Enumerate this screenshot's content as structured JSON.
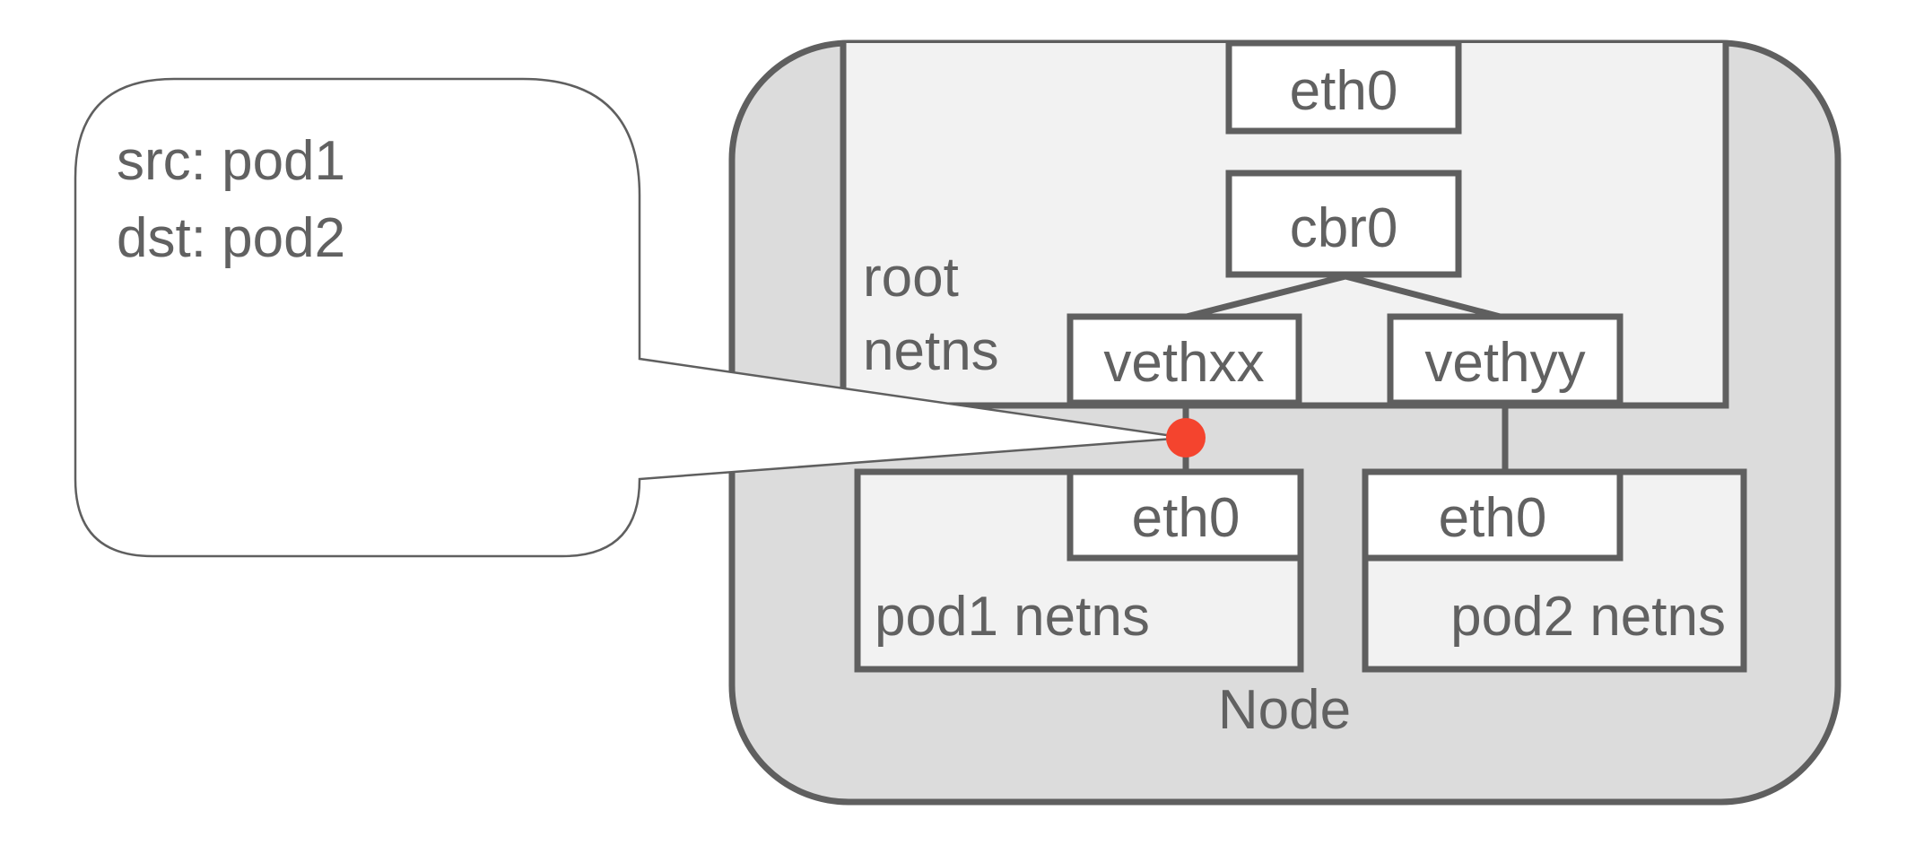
{
  "callout": {
    "src_line": "src: pod1",
    "dst_line": "dst: pod2"
  },
  "node": {
    "label": "Node",
    "root_netns": {
      "label_line1": "root",
      "label_line2": "netns",
      "eth0": "eth0",
      "bridge": "cbr0",
      "veth_left": "vethxx",
      "veth_right": "vethyy"
    },
    "pod1": {
      "label": "pod1 netns",
      "eth0": "eth0"
    },
    "pod2": {
      "label": "pod2 netns",
      "eth0": "eth0"
    }
  },
  "colors": {
    "stroke": "#5f5f5f",
    "node_fill": "#dcdcdc",
    "netns_fill": "#f2f2f2",
    "packet": "#f4442e",
    "text": "#616161"
  },
  "icons": {
    "packet": "packet-dot-icon"
  }
}
